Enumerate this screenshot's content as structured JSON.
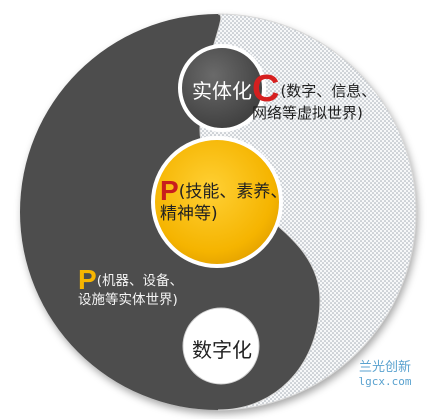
{
  "colors": {
    "dark": "#4d4d4d",
    "light": "#f2f2f2",
    "dots": "#9aa3ad",
    "gold": "#f5b400",
    "red": "#d61f1f",
    "watermark": "#5aa2cf"
  },
  "diagram": {
    "top_circle_label": "实体化",
    "bottom_circle_label": "数字化",
    "c_label": {
      "letter": "C",
      "text": "(数字、信息、网络等虚拟世界)"
    },
    "center_label": {
      "letter": "P",
      "text": "(技能、素养、精神等)"
    },
    "left_label": {
      "letter": "P",
      "text": "(机器、设备、设施等实体世界)"
    }
  },
  "watermark": {
    "chinese": "兰光创新",
    "url": "lgcx.com"
  }
}
